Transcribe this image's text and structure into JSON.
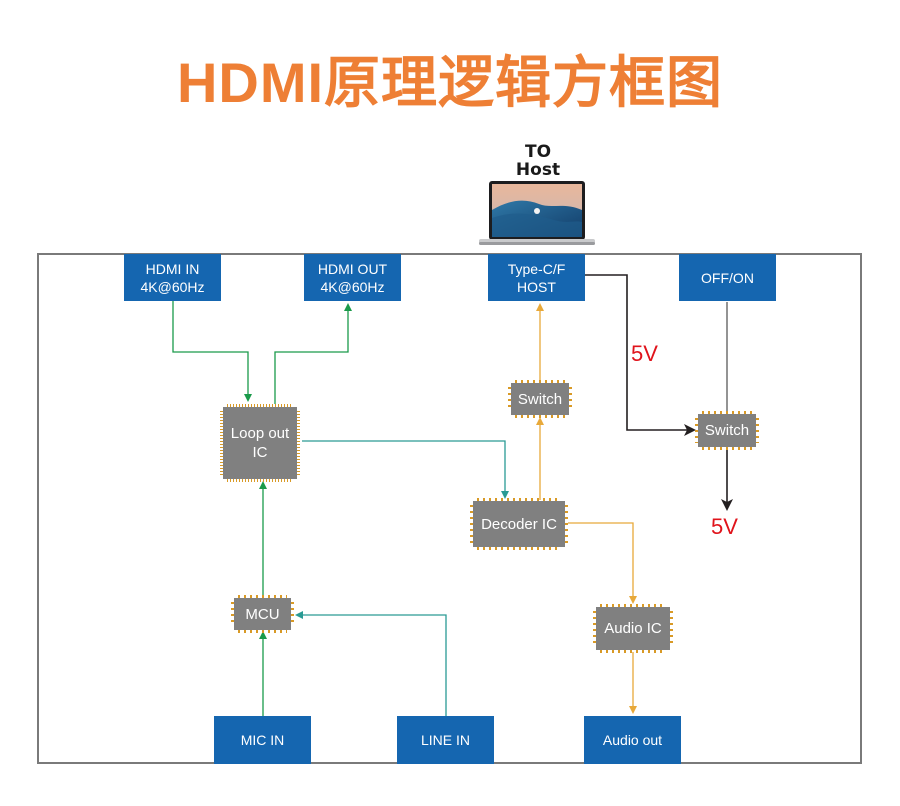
{
  "title": "HDMI原理逻辑方框图",
  "host": {
    "label_line1": "TO",
    "label_line2": "Host",
    "icon": "laptop-icon"
  },
  "ports": {
    "hdmi_in": {
      "line1": "HDMI IN",
      "line2": "4K@60Hz"
    },
    "hdmi_out": {
      "line1": "HDMI OUT",
      "line2": "4K@60Hz"
    },
    "typec_host": {
      "line1": "Type-C/F",
      "line2": "HOST"
    },
    "off_on": {
      "line1": "OFF/ON"
    },
    "mic_in": {
      "line1": "MIC IN"
    },
    "line_in": {
      "line1": "LINE IN"
    },
    "audio_out": {
      "line1": "Audio out"
    }
  },
  "chips": {
    "loop_out_ic": {
      "line1": "Loop out",
      "line2": "IC"
    },
    "switch_signal": {
      "line1": "Switch"
    },
    "switch_power": {
      "line1": "Switch"
    },
    "decoder_ic": {
      "line1": "Decoder IC"
    },
    "mcu": {
      "line1": "MCU"
    },
    "audio_ic": {
      "line1": "Audio IC"
    }
  },
  "voltages": {
    "input": "5V",
    "output": "5V"
  },
  "colors": {
    "title": "#ee7f35",
    "port_blue": "#1566b0",
    "chip_gray": "#808080",
    "chip_pins": "#d99a26",
    "green_wire": "#1a9a4a",
    "teal_wire": "#2a9a94",
    "orange_wire": "#e8a93a",
    "power_wire": "#231f20",
    "voltage_red": "#e0131b"
  },
  "connections": [
    {
      "from": "HDMI IN",
      "to": "Loop out IC",
      "color": "green"
    },
    {
      "from": "Loop out IC",
      "to": "HDMI OUT",
      "color": "green"
    },
    {
      "from": "Loop out IC",
      "to": "Decoder IC",
      "color": "teal"
    },
    {
      "from": "Decoder IC",
      "to": "Switch",
      "color": "orange"
    },
    {
      "from": "Switch",
      "to": "Type-C/F HOST",
      "color": "orange"
    },
    {
      "from": "Decoder IC",
      "to": "Audio IC",
      "color": "orange"
    },
    {
      "from": "Audio IC",
      "to": "Audio out",
      "color": "orange"
    },
    {
      "from": "MCU",
      "to": "Loop out IC",
      "color": "green"
    },
    {
      "from": "MIC IN",
      "to": "MCU",
      "color": "green"
    },
    {
      "from": "LINE IN",
      "to": "MCU",
      "color": "teal"
    },
    {
      "from": "Type-C/F HOST",
      "to": "Switch",
      "color": "black",
      "label": "5V"
    },
    {
      "from": "OFF/ON",
      "to": "Switch",
      "color": "gray"
    },
    {
      "from": "Switch",
      "to": "5V output",
      "color": "black"
    }
  ]
}
